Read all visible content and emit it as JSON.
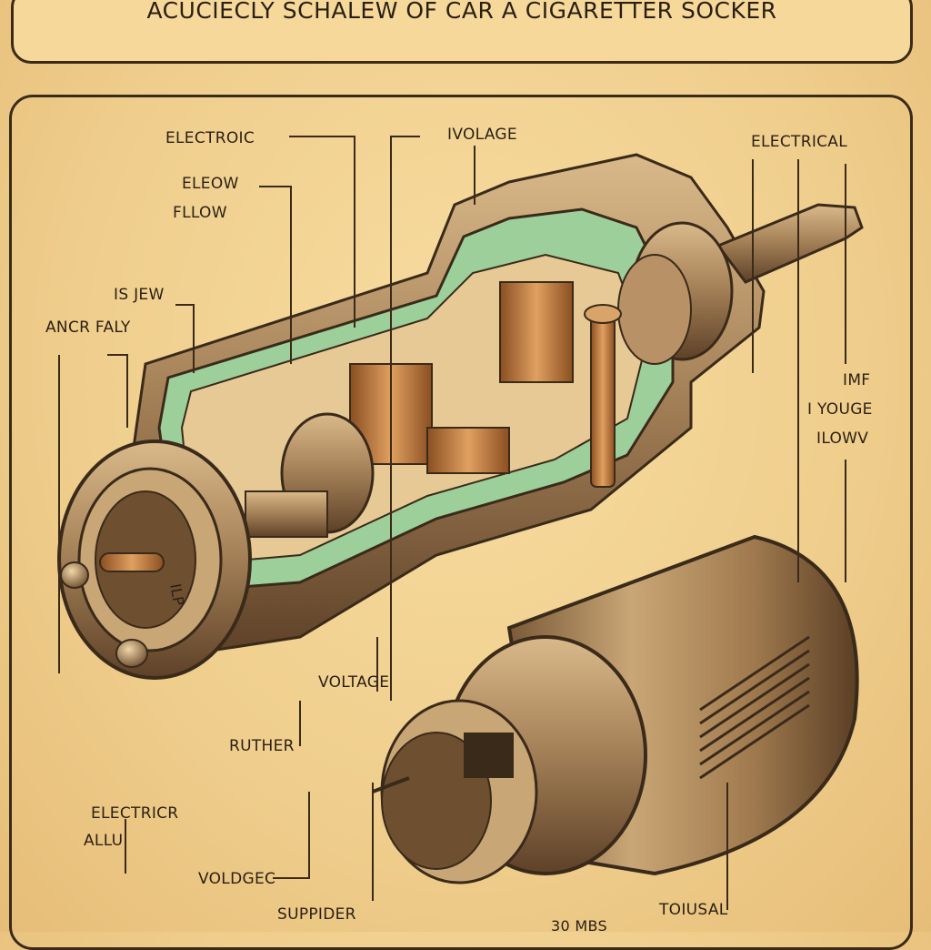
{
  "title": "ACUCIECLY SCHALEW OF CAR  A CIGARETTER SOCKER",
  "labels": {
    "electroic": "ELECTROIC",
    "eleow": "ELEOW",
    "fllow": "FLLOW",
    "is_jew": "IS  JEW",
    "ancr_faly": "ANCR FALY",
    "ivolage": "IVOLAGE",
    "electrical": "ELECTRICAL",
    "imf": "IMF",
    "i_youge": "I YOUGE",
    "ilowv": "ILOWV",
    "voltage": "VOLTAGE",
    "ruther": "RUTHER",
    "electricr": "ELECTRICR",
    "allu": "ALLU",
    "voldgec": "VOLDGEC",
    "suppider": "SUPPIDER",
    "toiusal": "TOIUSAL",
    "mbs": "30 MBS",
    "ilp": "ILP"
  },
  "colors": {
    "paper": "#f0cf8e",
    "ink": "#2a1f14",
    "metal": "#a8845a",
    "metal_dark": "#6e4f30",
    "green": "#9ccf9a",
    "copper": "#c47b3f"
  }
}
